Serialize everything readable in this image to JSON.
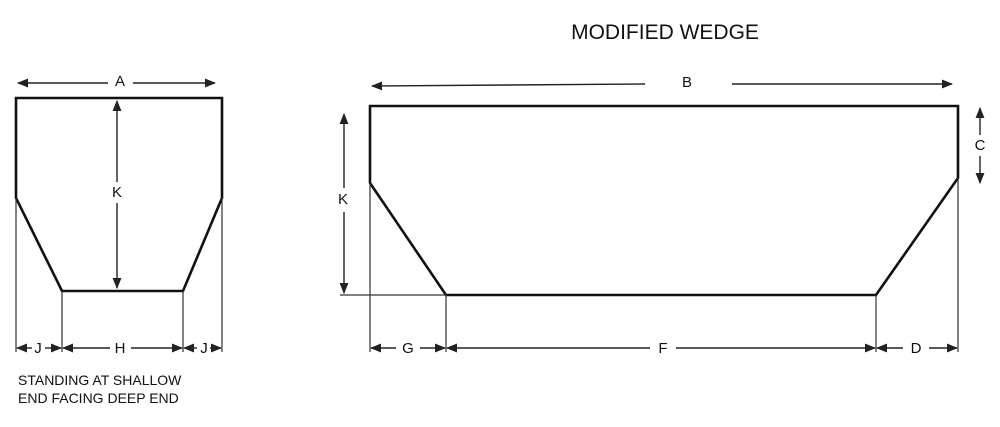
{
  "title": "MODIFIED WEDGE",
  "side_view": {
    "labels": {
      "width": "A",
      "depth": "K",
      "left_slope": "J",
      "floor": "H",
      "right_slope": "J"
    },
    "caption": [
      "STANDING AT SHALLOW",
      "END FACING DEEP END"
    ]
  },
  "length_view": {
    "labels": {
      "length": "B",
      "depth": "K",
      "shallow_drop": "C",
      "shallow_slope": "G",
      "floor": "F",
      "deep_slope": "D"
    }
  },
  "colors": {
    "line": "#111111",
    "background": "#ffffff"
  }
}
